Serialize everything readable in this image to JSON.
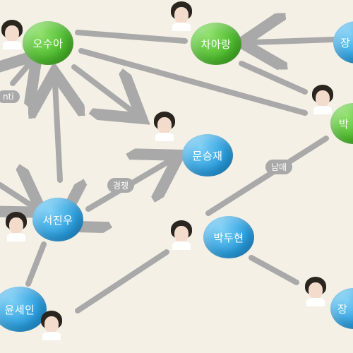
{
  "nodes": {
    "osua": "오수아",
    "chaarang": "차아랑",
    "munseungjae": "문승재",
    "seojinu": "서진우",
    "bakduhyeon": "박두현",
    "yunsein": "윤세인",
    "edge_top_right": "장",
    "edge_mid_right": "박",
    "edge_bottom_right": "장"
  },
  "edge_labels": {
    "rival": "경쟁",
    "brothers": "남매",
    "left_cut": "nti"
  },
  "colors": {
    "green": "#4cbb2c",
    "blue": "#2a9fe0",
    "line": "#a9a9a9",
    "background": "#f4f0e6"
  }
}
